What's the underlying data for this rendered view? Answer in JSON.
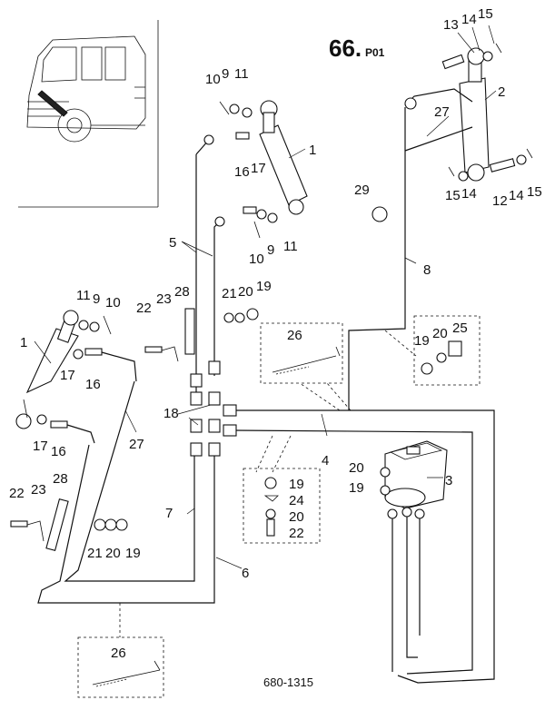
{
  "title": {
    "number": "66.",
    "suffix": "P01"
  },
  "drawing_code": "680-1315",
  "callouts": {
    "c1a": "1",
    "c1b": "1",
    "c2": "2",
    "c3": "3",
    "c4": "4",
    "c5": "5",
    "c6": "6",
    "c7": "7",
    "c8": "8",
    "c9a": "9",
    "c9b": "9",
    "c9c": "9",
    "c10a": "10",
    "c10b": "10",
    "c10c": "10",
    "c11a": "11",
    "c11b": "11",
    "c11c": "11",
    "c12": "12",
    "c13": "13",
    "c14a": "14",
    "c14b": "14",
    "c14c": "14",
    "c15a": "15",
    "c15b": "15",
    "c15c": "15",
    "c16a": "16",
    "c16b": "16",
    "c16c": "16",
    "c17a": "17",
    "c17b": "17",
    "c17c": "17",
    "c18": "18",
    "c19a": "19",
    "c19b": "19",
    "c19c": "19",
    "c19d": "19",
    "c19e": "19",
    "c20a": "20",
    "c20b": "20",
    "c20c": "20",
    "c20d": "20",
    "c20e": "20",
    "c21a": "21",
    "c21b": "21",
    "c22a": "22",
    "c22b": "22",
    "c22c": "22",
    "c23a": "23",
    "c23b": "23",
    "c24": "24",
    "c25": "25",
    "c26a": "26",
    "c26b": "26",
    "c27a": "27",
    "c27b": "27",
    "c28a": "28",
    "c28b": "28",
    "c29": "29"
  }
}
